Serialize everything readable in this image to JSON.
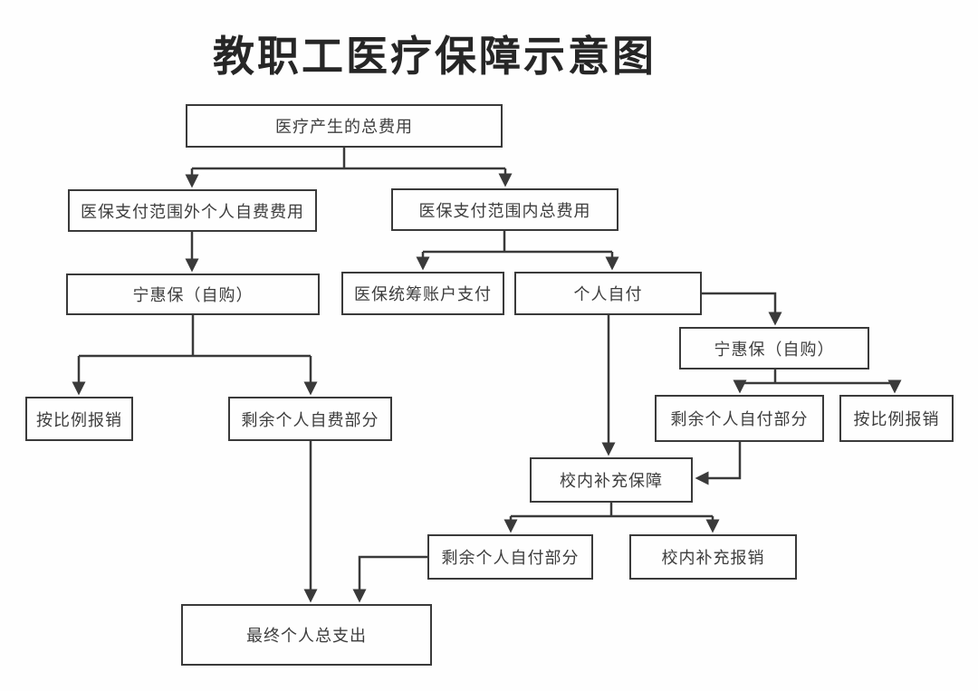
{
  "title": "教职工医疗保障示意图",
  "colors": {
    "background": "#fefefe",
    "line": "#3a3a3a",
    "box_border": "#3a3a3a",
    "box_text": "#3d3d3d",
    "title_text": "#262626"
  },
  "nodes": {
    "total_cost": {
      "label": "医疗产生的总费用"
    },
    "out_of_scope": {
      "label": "医保支付范围外个人自费费用"
    },
    "in_scope": {
      "label": "医保支付范围内总费用"
    },
    "ninghuibao_left": {
      "label": "宁惠保（自购）"
    },
    "pooled_account": {
      "label": "医保统筹账户支付"
    },
    "self_pay": {
      "label": "个人自付"
    },
    "prop_reimburse_left": {
      "label": "按比例报销"
    },
    "remaining_self_funded": {
      "label": "剩余个人自费部分"
    },
    "ninghuibao_right": {
      "label": "宁惠保（自购）"
    },
    "remaining_self_pay_top": {
      "label": "剩余个人自付部分"
    },
    "prop_reimburse_right": {
      "label": "按比例报销"
    },
    "campus_supplement": {
      "label": "校内补充保障"
    },
    "remaining_self_pay_bottom": {
      "label": "剩余个人自付部分"
    },
    "campus_reimburse": {
      "label": "校内补充报销"
    },
    "final_total": {
      "label": "最终个人总支出"
    }
  },
  "edges": [
    "医疗产生的总费用 -> 医保支付范围外个人自费费用",
    "医疗产生的总费用 -> 医保支付范围内总费用",
    "医保支付范围外个人自费费用 -> 宁惠保（自购）",
    "宁惠保（自购） -> 按比例报销",
    "宁惠保（自购） -> 剩余个人自费部分",
    "剩余个人自费部分 -> 最终个人总支出",
    "医保支付范围内总费用 -> 医保统筹账户支付",
    "医保支付范围内总费用 -> 个人自付",
    "个人自付 -> 宁惠保（自购）",
    "宁惠保（自购） -> 剩余个人自付部分",
    "宁惠保（自购） -> 按比例报销",
    "剩余个人自付部分 -> 校内补充保障",
    "个人自付 -> 校内补充保障",
    "校内补充保障 -> 剩余个人自付部分",
    "校内补充保障 -> 校内补充报销",
    "剩余个人自付部分 -> 最终个人总支出"
  ]
}
